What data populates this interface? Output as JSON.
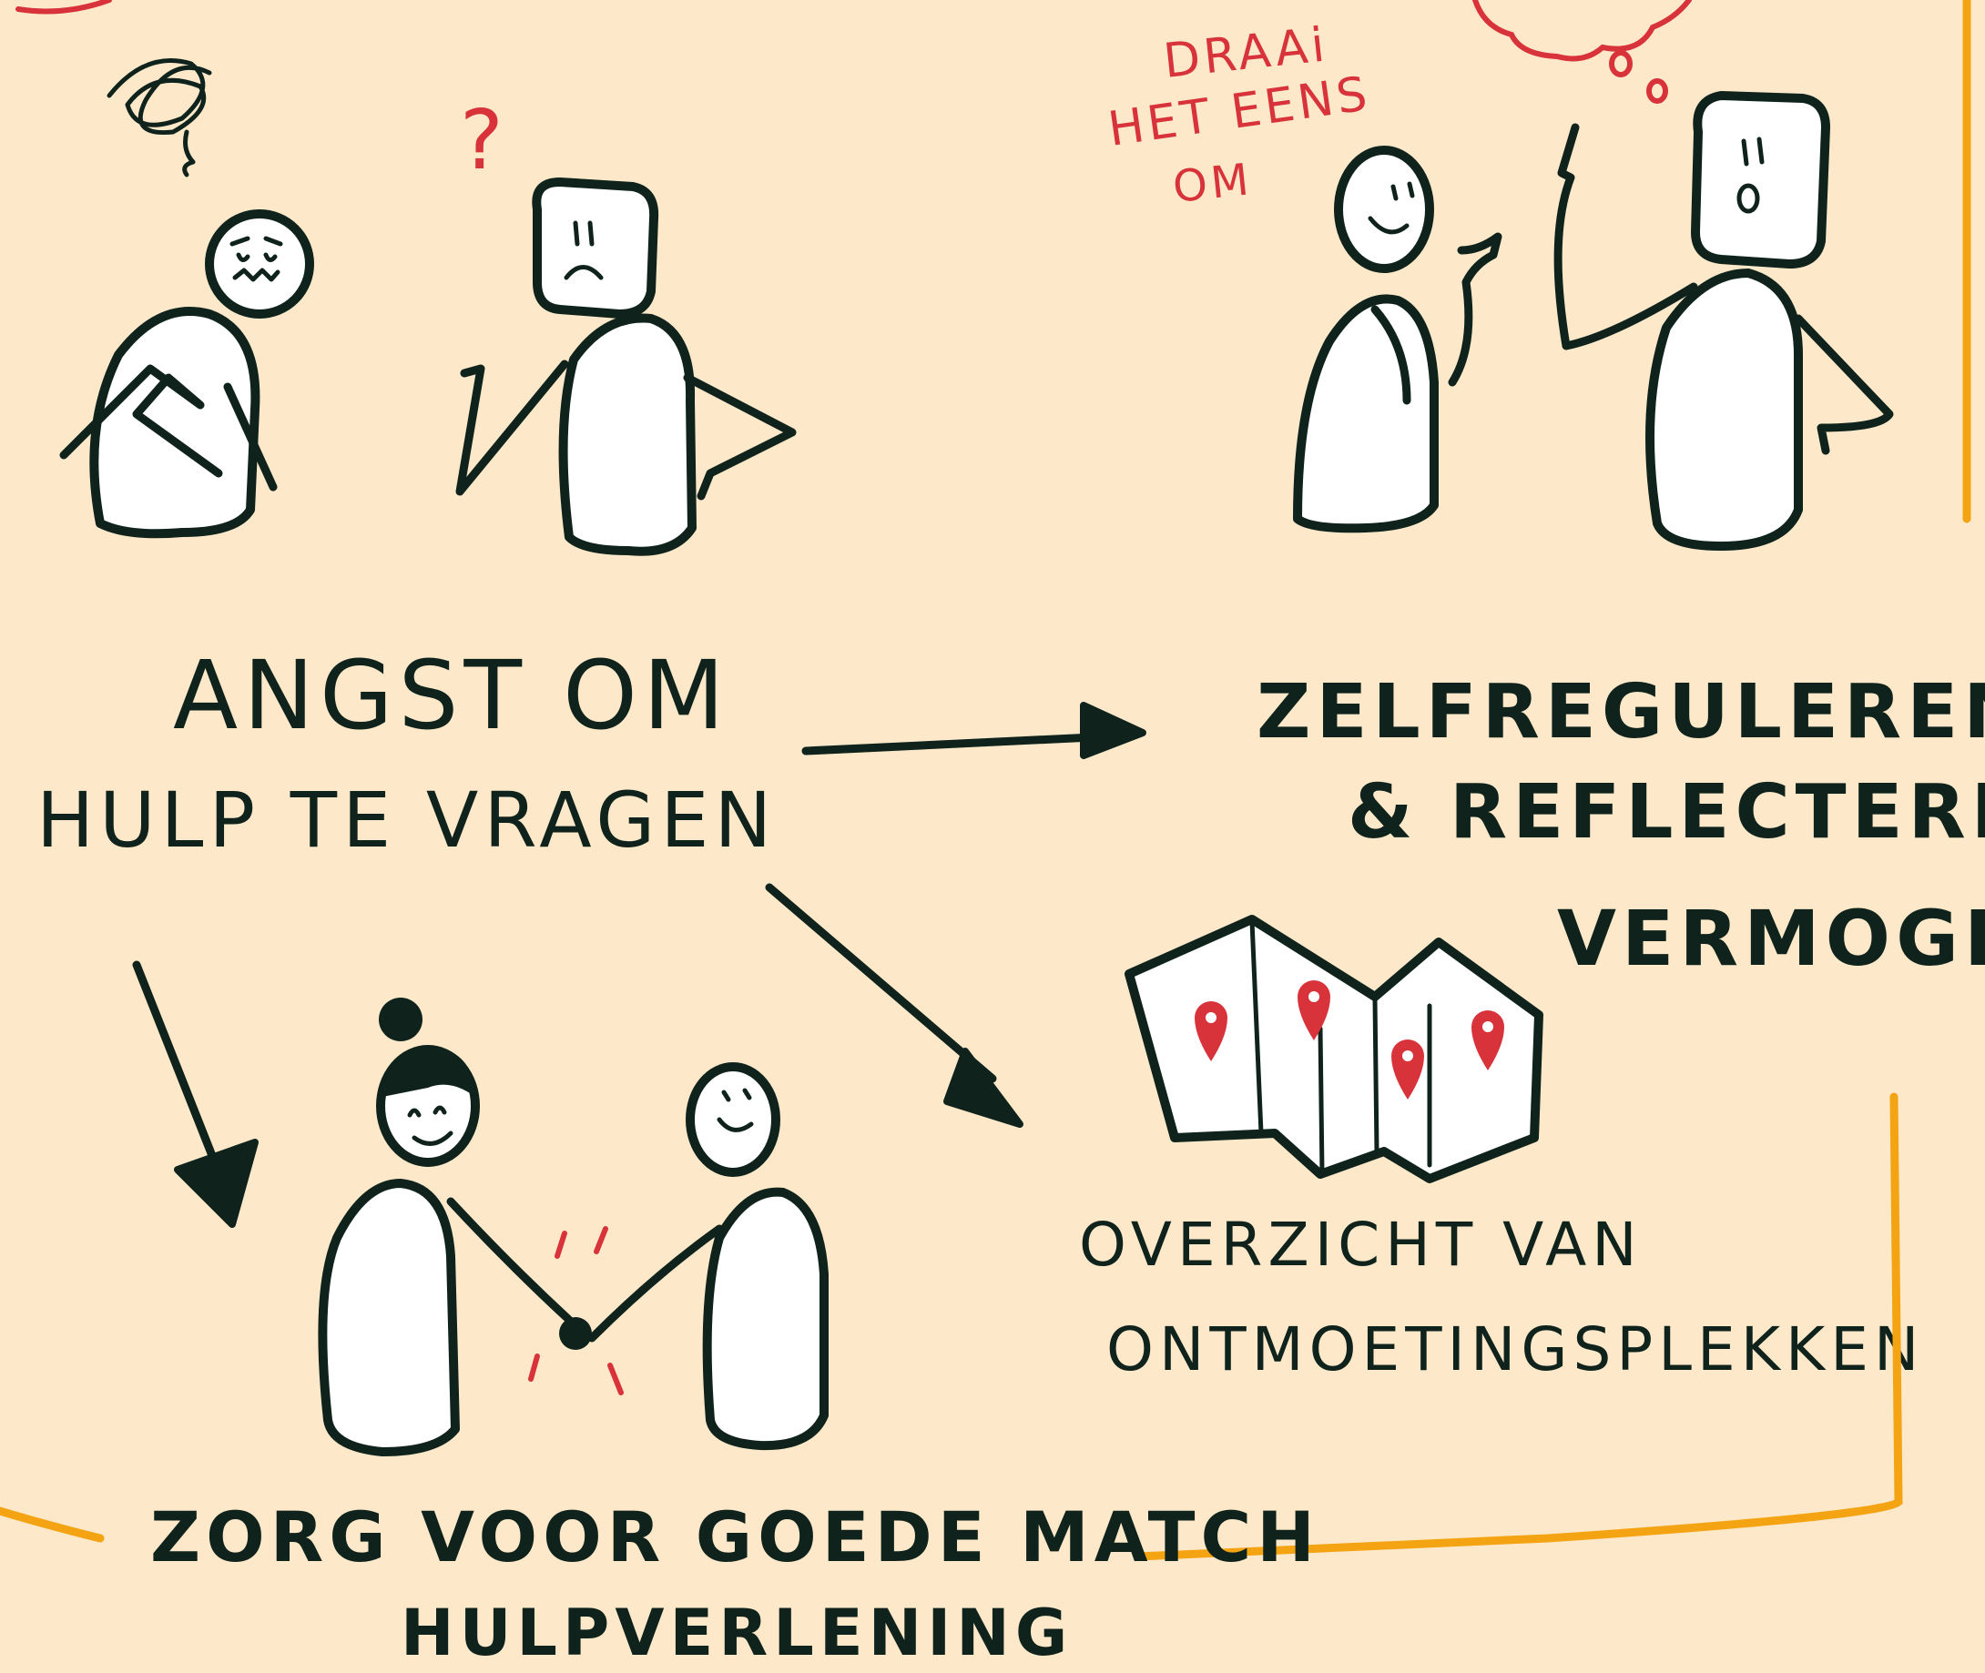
{
  "colors": {
    "background": "#fde9c9",
    "ink": "#0f231c",
    "accent_red": "#d8323a",
    "accent_orange": "#f4a413",
    "figure_fill": "#ffffff"
  },
  "labels": {
    "fear_line1": "ANGST OM",
    "fear_line2": "HULP TE VRAGEN",
    "selfreg_line1": "ZELFREGULEREND",
    "selfreg_line2": "& REFLECTEREND",
    "selfreg_line3": "VERMOGEN",
    "match_line1": "ZORG VOOR GOEDE MATCH",
    "match_line2": "HULPVERLENING",
    "overview_line1": "OVERZICHT VAN",
    "overview_line2": "ONTMOETINGSPLEKKEN",
    "speech_line1": "DRAAi",
    "speech_line2": "HET EENS",
    "speech_line3": "OM",
    "question_mark": "?"
  },
  "icons": [
    "scribble-icon",
    "question-mark-icon",
    "thought-bubble-icon",
    "map-icon",
    "location-pin-icon",
    "arrow-icon",
    "handshake-icon"
  ]
}
